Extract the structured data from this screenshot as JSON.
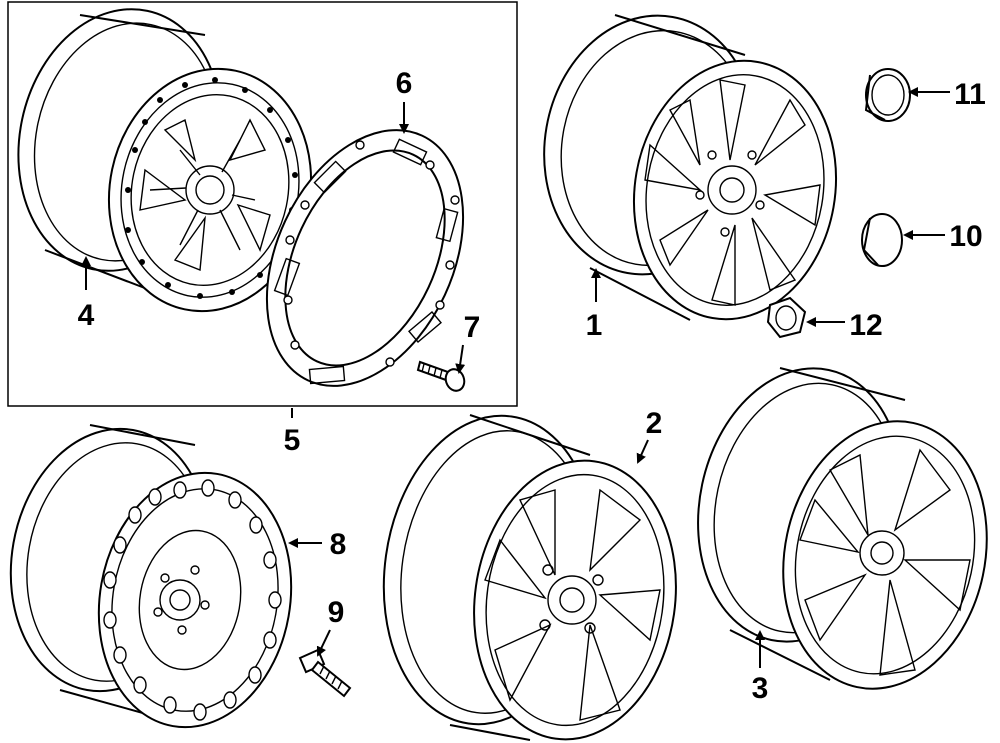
{
  "diagram": {
    "parts": [
      {
        "id": "p1",
        "callout": "1"
      },
      {
        "id": "p2",
        "callout": "2"
      },
      {
        "id": "p3",
        "callout": "3"
      },
      {
        "id": "p4",
        "callout": "4"
      },
      {
        "id": "p5",
        "callout": "5"
      },
      {
        "id": "p6",
        "callout": "6"
      },
      {
        "id": "p7",
        "callout": "7"
      },
      {
        "id": "p8",
        "callout": "8"
      },
      {
        "id": "p9",
        "callout": "9"
      },
      {
        "id": "p10",
        "callout": "10"
      },
      {
        "id": "p11",
        "callout": "11"
      },
      {
        "id": "p12",
        "callout": "12"
      }
    ]
  }
}
